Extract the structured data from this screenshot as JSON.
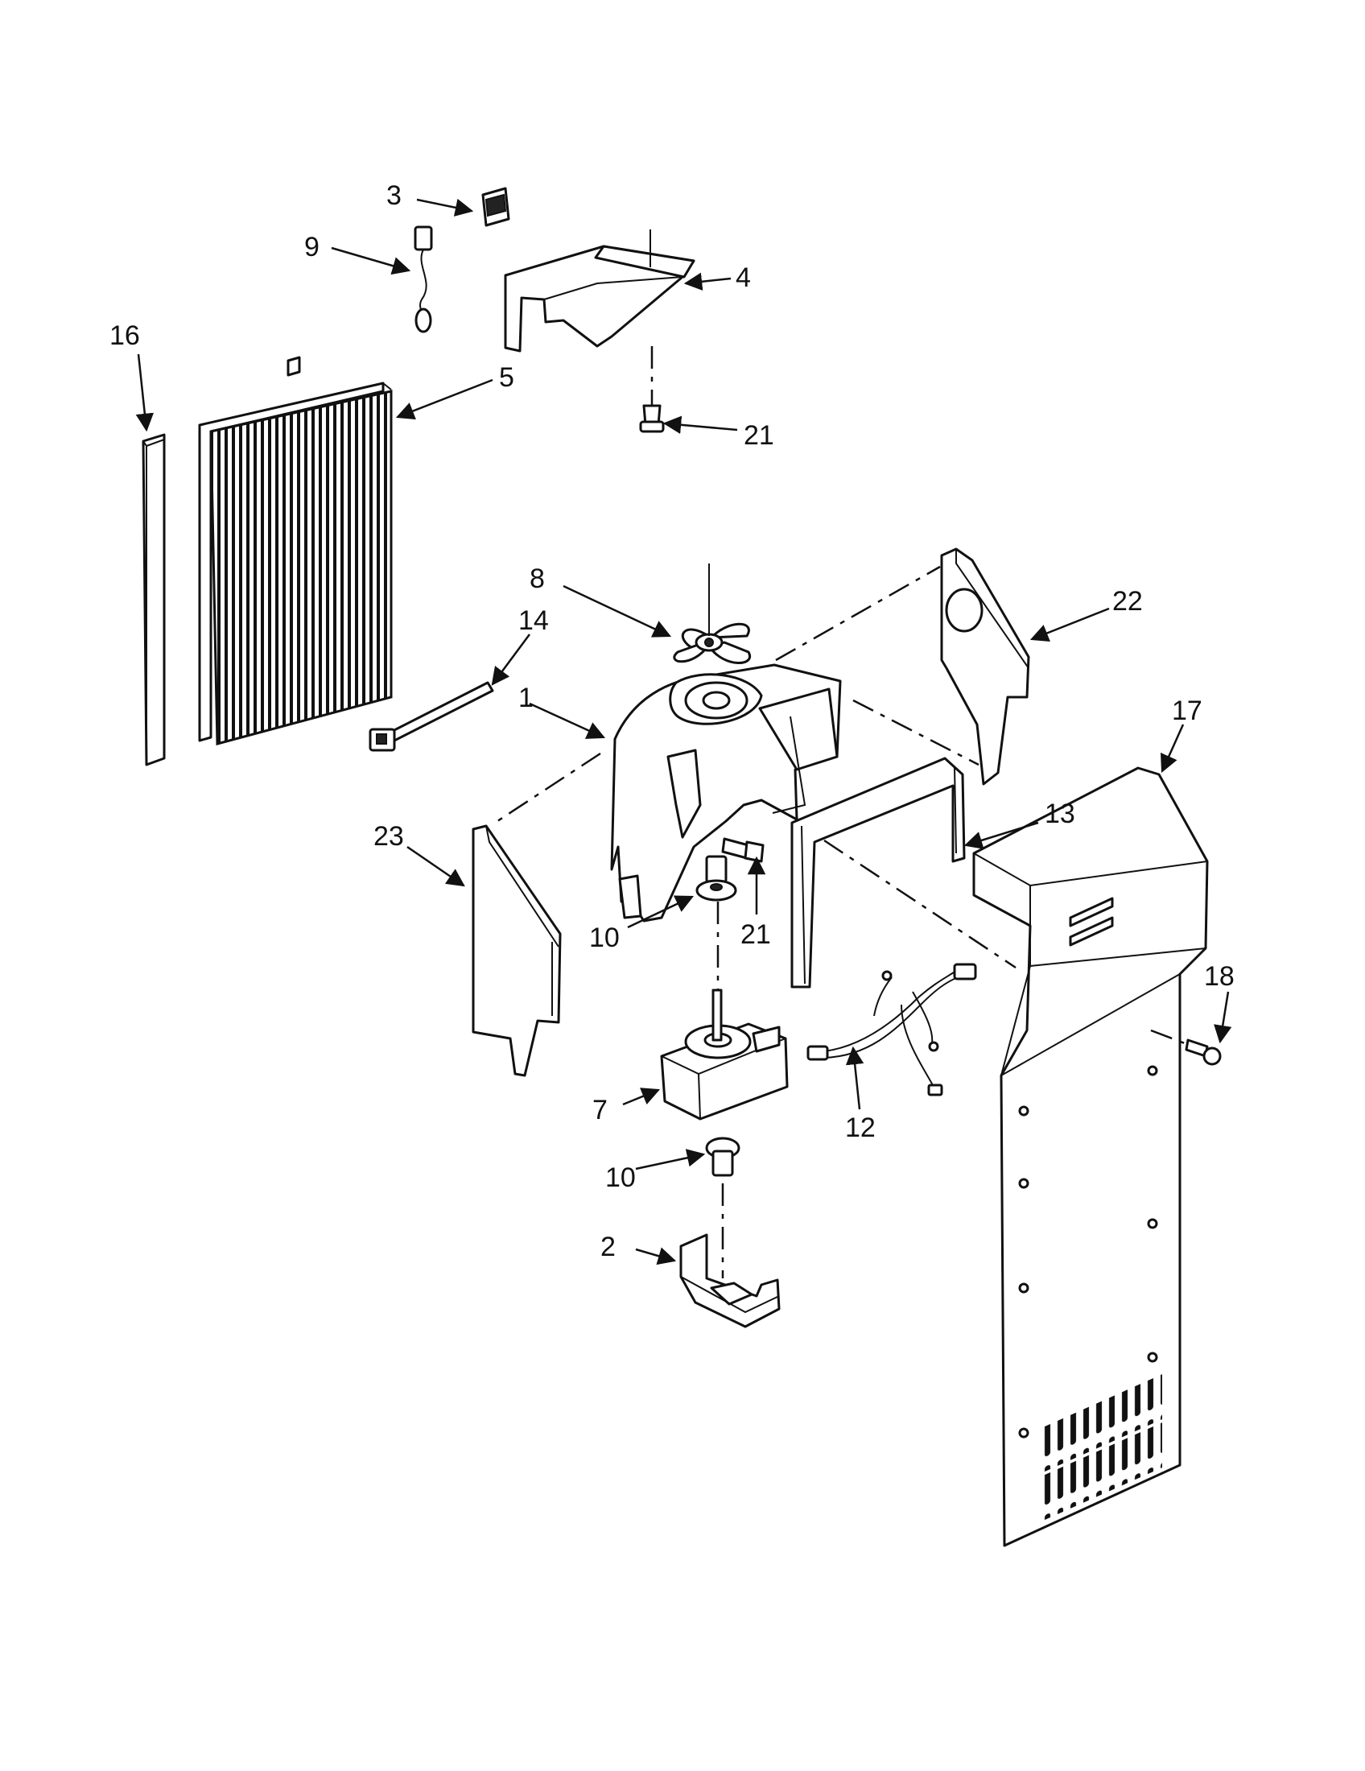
{
  "callouts": [
    {
      "id": "c3",
      "text": "3"
    },
    {
      "id": "c9",
      "text": "9"
    },
    {
      "id": "c4",
      "text": "4"
    },
    {
      "id": "c16",
      "text": "16"
    },
    {
      "id": "c5",
      "text": "5"
    },
    {
      "id": "c21a",
      "text": "21"
    },
    {
      "id": "c8",
      "text": "8"
    },
    {
      "id": "c22",
      "text": "22"
    },
    {
      "id": "c14",
      "text": "14"
    },
    {
      "id": "c1",
      "text": "1"
    },
    {
      "id": "c17",
      "text": "17"
    },
    {
      "id": "c13",
      "text": "13"
    },
    {
      "id": "c23",
      "text": "23"
    },
    {
      "id": "c21b",
      "text": "21"
    },
    {
      "id": "c10a",
      "text": "10"
    },
    {
      "id": "c18",
      "text": "18"
    },
    {
      "id": "c7",
      "text": "7"
    },
    {
      "id": "c12",
      "text": "12"
    },
    {
      "id": "c10b",
      "text": "10"
    },
    {
      "id": "c2",
      "text": "2"
    }
  ]
}
